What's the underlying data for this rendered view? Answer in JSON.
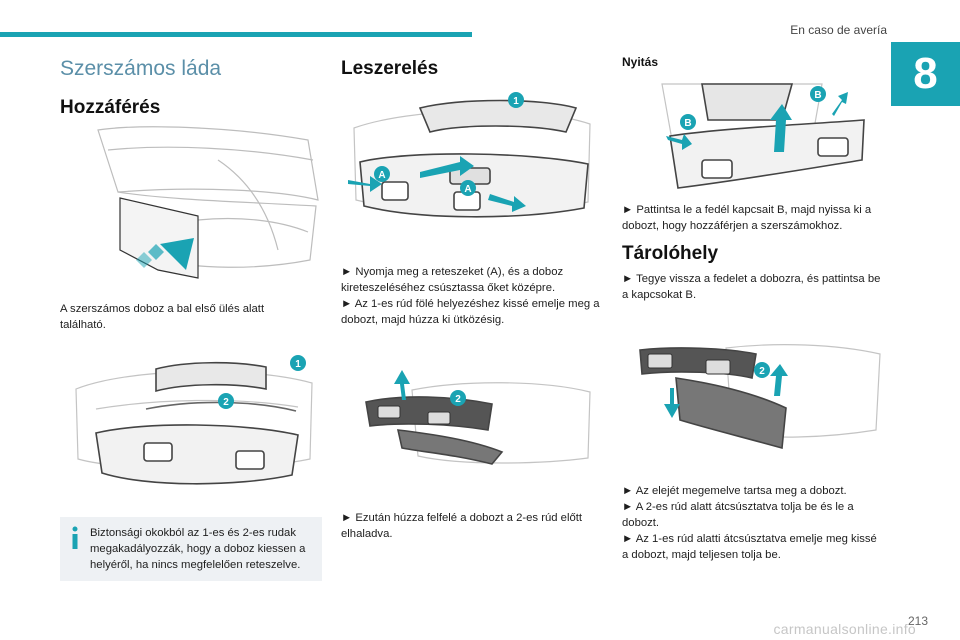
{
  "header": {
    "chapter_title": "En caso de avería",
    "chapter_number": "8"
  },
  "col1": {
    "section_title": "Szerszámos láda",
    "sub_heading": "Hozzáférés",
    "para1": "A szerszámos doboz a bal első ülés alatt található.",
    "info_text": "Biztonsági okokból az 1-es és 2-es rudak megakadályozzák, hogy a doboz kiessen a helyéről, ha nincs megfelelően reteszelve."
  },
  "col2": {
    "heading": "Leszerelés",
    "para1_line1": "► Nyomja meg a reteszeket (A), és a doboz kireteszeléséhez csúsztassa őket középre.",
    "para1_line2": "► Az 1-es rúd fölé helyezéshez kissé emelje meg a dobozt, majd húzza ki ütközésig.",
    "para2": "► Ezután húzza felfelé a dobozt a 2-es rúd előtt elhaladva."
  },
  "col3": {
    "heading1": "Nyitás",
    "para1": "► Pattintsa le a fedél kapcsait B, majd nyissa ki a dobozt, hogy hozzáférjen a szerszámokhoz.",
    "heading2": "Tárolóhely",
    "para2": "► Tegye vissza a fedelet a dobozra, és pattintsa be a kapcsokat B.",
    "para3_l1": "► Az elejét megemelve tartsa meg a dobozt.",
    "para3_l2": "► A 2-es rúd alatt átcsúsztatva tolja be és le a dobozt.",
    "para3_l3": "► Az 1-es rúd alatti átcsúsztatva emelje meg kissé a dobozt, majd teljesen tolja be."
  },
  "labels": {
    "one": "1",
    "two": "2",
    "a": "A",
    "b": "B"
  },
  "footer": {
    "page_number": "213",
    "watermark": "carmanualsonline.info"
  },
  "colors": {
    "accent": "#1aa3b3",
    "info_bg": "#eef1f4",
    "title_blue": "#5b8fa8"
  }
}
